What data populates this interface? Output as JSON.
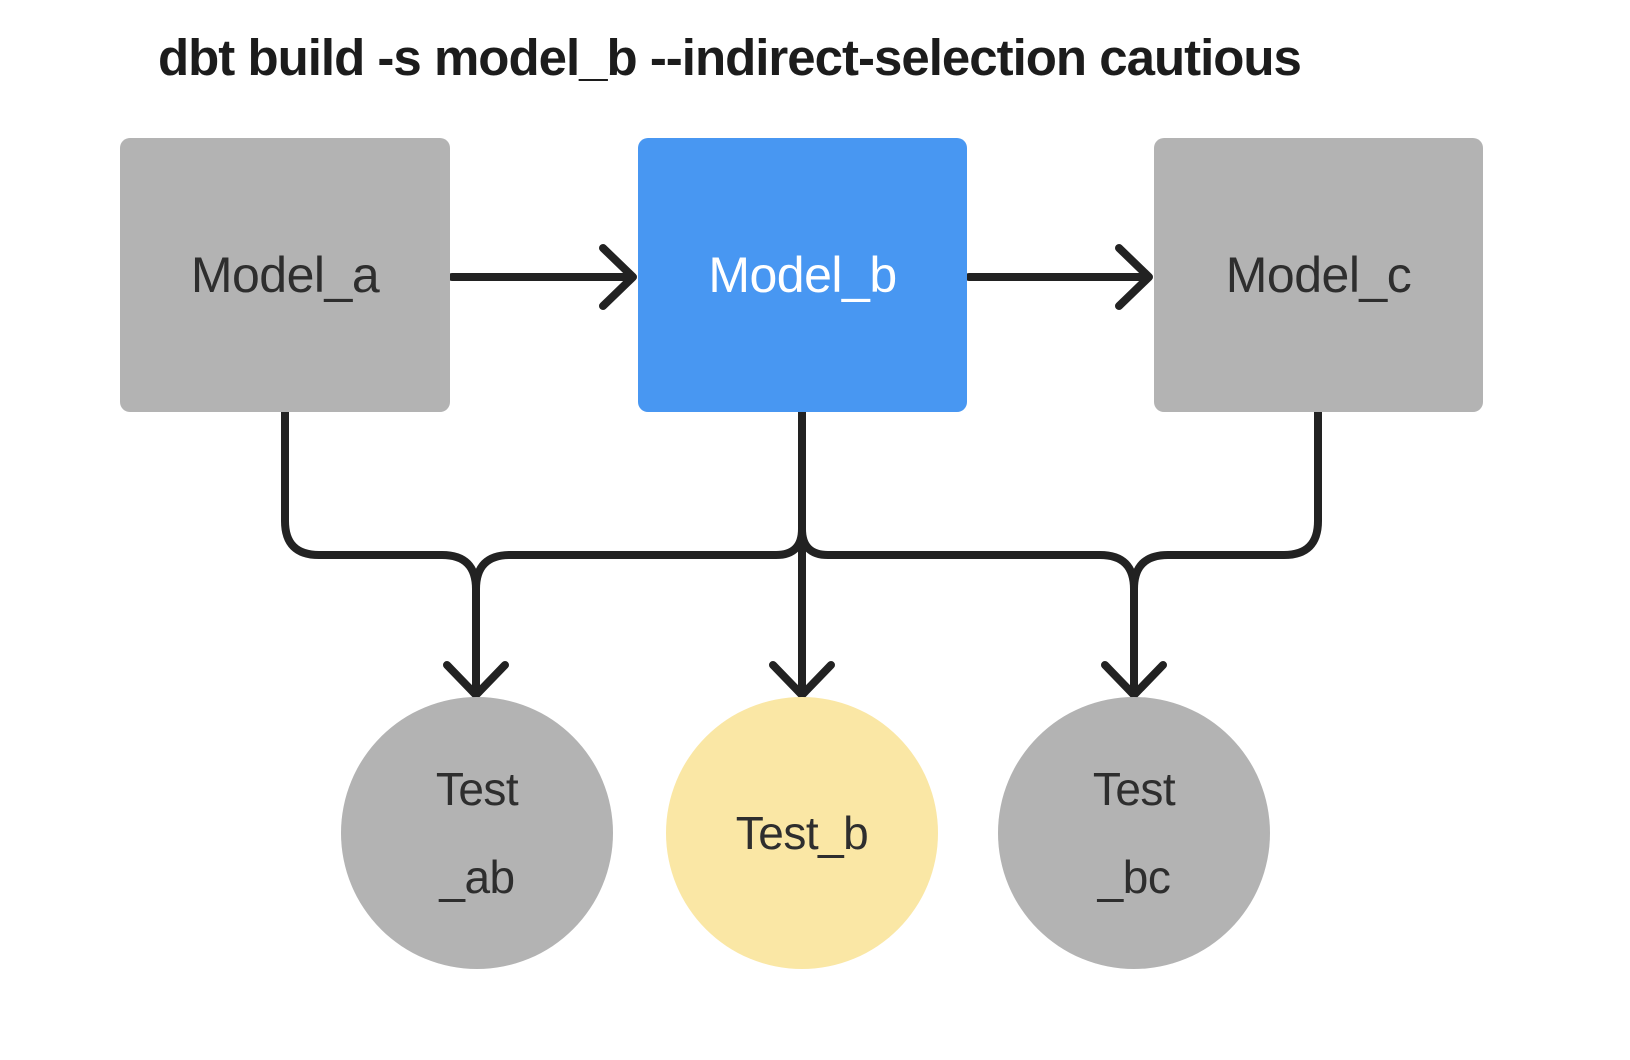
{
  "title": "dbt build -s model_b --indirect-selection cautious",
  "colors": {
    "background": "#ffffff",
    "node_gray": "#b3b3b3",
    "node_blue": "#4897f2",
    "node_yellow": "#fae7a5",
    "edge": "#222222",
    "text_dark": "#2e2e2e",
    "text_light": "#ffffff",
    "title_text": "#1c1c1c"
  },
  "diagram": {
    "models": [
      {
        "id": "model_a",
        "label": "Model_a",
        "variant": "gray"
      },
      {
        "id": "model_b",
        "label": "Model_b",
        "variant": "blue"
      },
      {
        "id": "model_c",
        "label": "Model_c",
        "variant": "gray"
      }
    ],
    "tests": [
      {
        "id": "test_ab",
        "label": "Test\n_ab",
        "variant": "gray"
      },
      {
        "id": "test_b",
        "label": "Test_b",
        "variant": "yellow"
      },
      {
        "id": "test_bc",
        "label": "Test\n_bc",
        "variant": "gray"
      }
    ],
    "edges": [
      {
        "from": "Model_a",
        "to": "Model_b"
      },
      {
        "from": "Model_b",
        "to": "Model_c"
      },
      {
        "from": "Model_a",
        "to": "Test_ab"
      },
      {
        "from": "Model_b",
        "to": "Test_ab"
      },
      {
        "from": "Model_b",
        "to": "Test_b"
      },
      {
        "from": "Model_b",
        "to": "Test_bc"
      },
      {
        "from": "Model_c",
        "to": "Test_bc"
      }
    ]
  }
}
